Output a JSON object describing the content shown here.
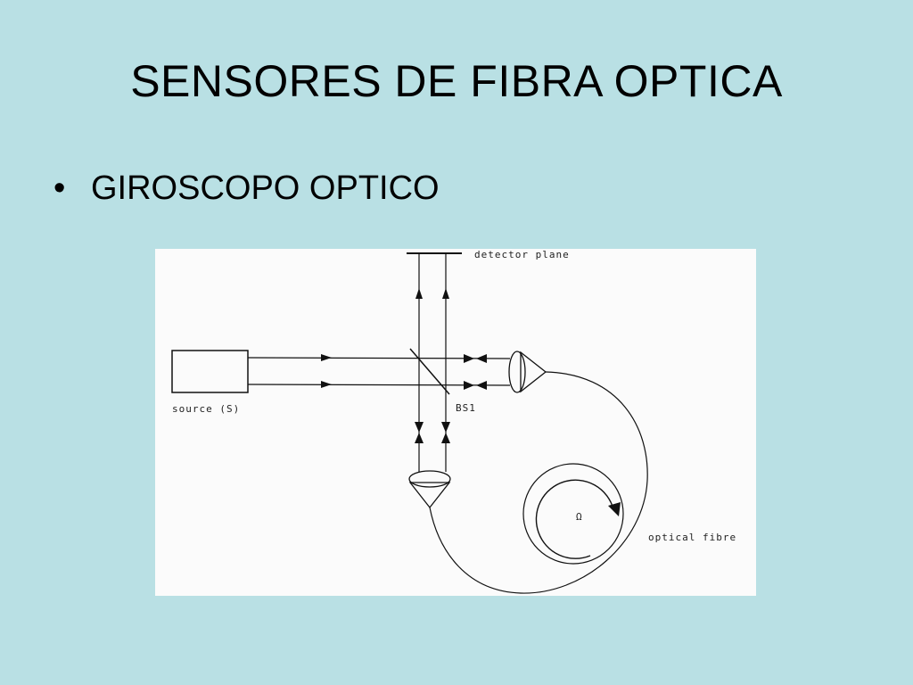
{
  "slide": {
    "title": "SENSORES DE FIBRA OPTICA",
    "bullet_marker": "•",
    "bullet": "GIROSCOPO OPTICO"
  },
  "figure": {
    "labels": {
      "detector": "detector plane",
      "source": "source (S)",
      "beamsplitter": "BS1",
      "omega": "Ω",
      "fibre": "optical fibre"
    }
  }
}
